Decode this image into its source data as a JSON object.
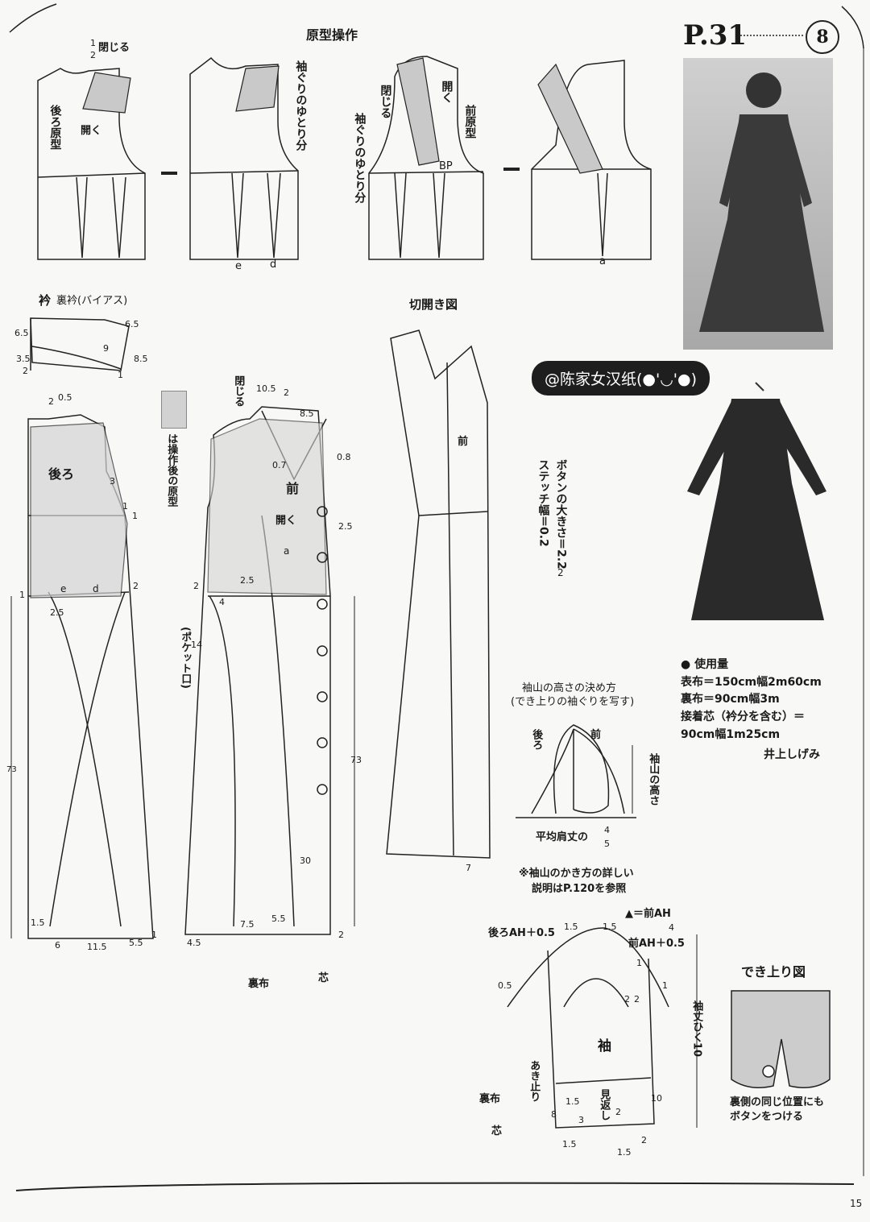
{
  "header": {
    "page_label": "P.31",
    "page_badge": "8",
    "section_title": "原型操作",
    "page_corner": "15"
  },
  "pattern_operation": {
    "back_close": "閉じる",
    "back_frac_num": "1",
    "back_frac_den": "2",
    "back_open": "開く",
    "back_block": "後ろ原型",
    "armhole_ease": "袖ぐりのゆとり分",
    "dart_e": "e",
    "dart_d": "d",
    "front_close": "閉じる",
    "front_open": "開く",
    "front_armhole_ease": "袖ぐりのゆとり分",
    "front_block": "前原型",
    "bp": "BP",
    "dart_a": "a"
  },
  "collar": {
    "title": "衿",
    "subtitle": "裏衿(バイアス)",
    "m_6_5_a": "6.5",
    "m_6_5_b": "6.5",
    "m_9": "9",
    "m_8_5": "8.5",
    "m_3_5": "3.5",
    "m_2": "2",
    "m_1": "1"
  },
  "back_piece": {
    "label": "後ろ",
    "m_2": "2",
    "m_0_5": "0.5",
    "m_3": "3",
    "m_1a": "1",
    "m_1b": "1",
    "m_e": "e",
    "m_d": "d",
    "m_2r": "2",
    "m_2_5": "2.5",
    "m_1l": "1",
    "m_73": "73",
    "m_1_5": "1.5",
    "m_6": "6",
    "m_11_5": "11.5",
    "m_5_5": "5.5",
    "m_1br": "1"
  },
  "legend": {
    "swatch_text": "は操作後の原型"
  },
  "front_piece": {
    "close": "閉じる",
    "open": "開く",
    "label": "前",
    "m_10_5": "10.5",
    "m_2": "2",
    "m_8_5": "8.5",
    "m_0_7": "0.7",
    "m_0_8": "0.8",
    "m_2_5": "2.5",
    "m_a": "a",
    "m_2l": "2",
    "m_4": "4",
    "m_2_5b": "2.5",
    "pocket": "(ポケット口)",
    "m_14": "14",
    "m_73": "73",
    "m_30": "30",
    "m_7_5": "7.5",
    "m_5_5": "5.5",
    "m_4_5": "4.5",
    "m_2b": "2",
    "lining": "裏布",
    "interfacing": "芯"
  },
  "slash_diagram": {
    "title": "切開き図",
    "front": "前",
    "m_7": "7"
  },
  "notes": {
    "button_size": "ボタンの大きさ＝2.2",
    "stitch_width": "ステッチ幅＝0.2",
    "m_2": "2"
  },
  "sleeve_cap": {
    "title1": "袖山の高さの決め方",
    "title2": "(でき上りの袖ぐりを写す)",
    "back": "後ろ",
    "front": "前",
    "height": "袖山の高さ",
    "shoulder_label": "平均肩丈の",
    "frac_num": "4",
    "frac_den": "5",
    "note1": "※袖山のかき方の詳しい",
    "note2": "説明はP.120を参照"
  },
  "sleeve": {
    "back_ah": "後ろAH＋0.5",
    "m_1_5a": "1.5",
    "m_1_5b": "1.5",
    "front_ah_frac_top": "▲＝前AH",
    "front_ah_frac_bot": "4",
    "front_ah": "前AH＋0.5",
    "m_1a": "1",
    "m_0_5": "0.5",
    "m_1b": "1",
    "m_2a": "2",
    "m_2b": "2",
    "label": "袖",
    "length": "袖丈ひく10",
    "vent": "あき止り",
    "facing": "見返し",
    "lining": "裏布",
    "interfacing": "芯",
    "m_1_5c": "1.5",
    "m_8": "8",
    "m_3": "3",
    "m_1_5d": "1.5",
    "m_10": "10",
    "m_2c": "2",
    "m_2d": "2",
    "m_1_5e": "1.5"
  },
  "materials": {
    "heading": "● 使用量",
    "line1": "表布＝150cm幅2m60cm",
    "line2": "裏布＝90cm幅3m",
    "line3": "接着芯（衿分を含む）＝",
    "line4": "90cm幅1m25cm",
    "author": "井上しげみ"
  },
  "finished": {
    "title": "でき上り図",
    "note1": "裏側の同じ位置にも",
    "note2": "ボタンをつける"
  },
  "watermark": {
    "text": "@陈家女汉纸(●'◡'●)"
  }
}
